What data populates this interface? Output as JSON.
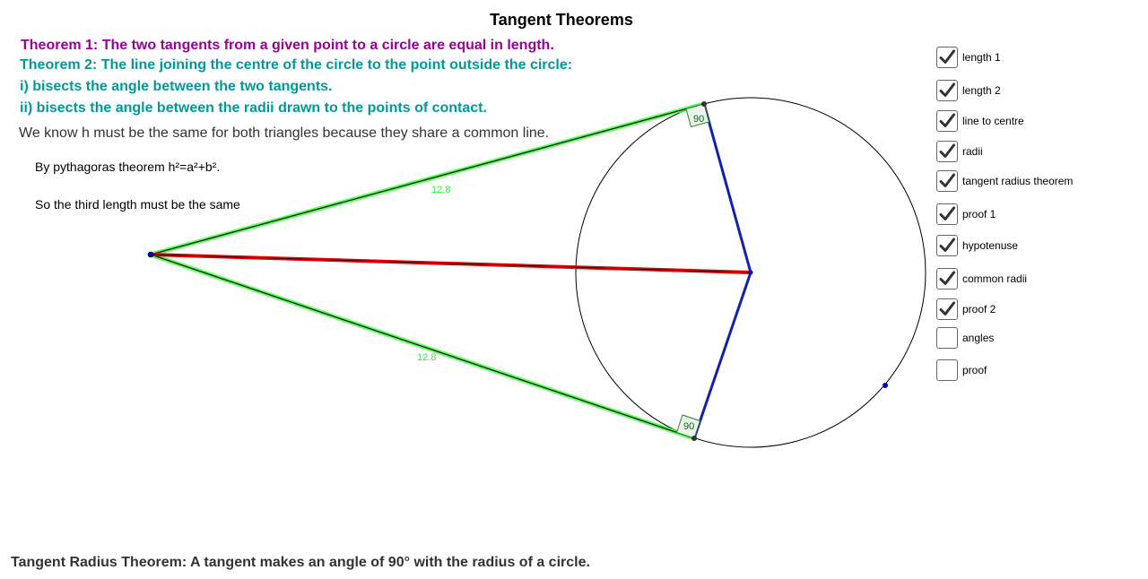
{
  "title": "Tangent Theorems",
  "theorems": {
    "t1": "Theorem 1: The two tangents from a given point to a circle are equal in length.",
    "t2": "Theorem 2: The line joining the centre of the circle to the point outside the circle:",
    "t2_i": "i) bisects the angle between the two tangents.",
    "t2_ii": "ii) bisects the angle between the radii drawn to the points of contact."
  },
  "notes": {
    "know_h": "We know h must be the same for both triangles because they share a common line.",
    "pythagoras": "By pythagoras theorem h²=a²+b².",
    "third_length": "So the third length must be the same",
    "tangent_radius": "Tangent Radius Theorem: A tangent makes an angle of 90° with the radius of a circle."
  },
  "diagram": {
    "tangent_length_upper": "12.8",
    "tangent_length_lower": "12.8",
    "right_angle_upper": "90",
    "right_angle_lower": "90",
    "colors": {
      "tangent": "#33ff33",
      "radius": "#1122aa",
      "centre_line": "#ee0000",
      "circle": "#000000",
      "point": "#0000cc",
      "right_angle_fill": "#e8f5e8"
    }
  },
  "checkboxes": [
    {
      "label": "length 1",
      "checked": true
    },
    {
      "label": "length 2",
      "checked": true
    },
    {
      "label": "line to centre",
      "checked": true
    },
    {
      "label": "radii",
      "checked": true
    },
    {
      "label": "tangent radius theorem",
      "checked": true
    },
    {
      "label": "proof 1",
      "checked": true
    },
    {
      "label": "hypotenuse",
      "checked": true
    },
    {
      "label": "common radii",
      "checked": true
    },
    {
      "label": "proof 2",
      "checked": true
    },
    {
      "label": "angles",
      "checked": false
    },
    {
      "label": "proof",
      "checked": false
    }
  ]
}
